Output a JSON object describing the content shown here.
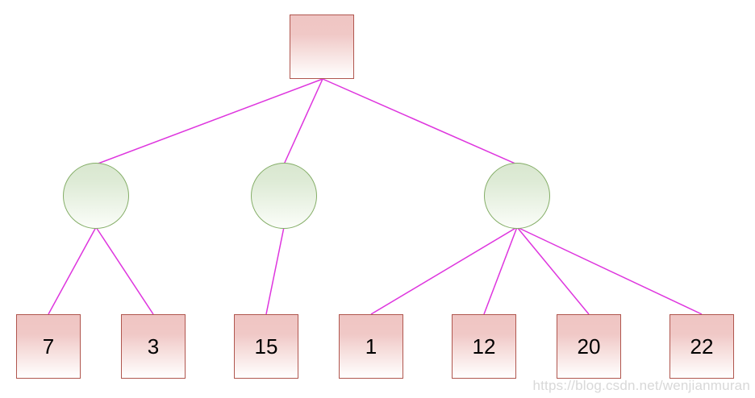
{
  "diagram": {
    "type": "tree",
    "description": "Three-level tree: one square root node, three circular internal nodes, seven square leaf nodes with numeric values",
    "root": {
      "shape": "square",
      "label": ""
    },
    "internal_nodes": [
      {
        "shape": "circle",
        "label": "",
        "children": [
          "7",
          "3"
        ]
      },
      {
        "shape": "circle",
        "label": "",
        "children": [
          "15"
        ]
      },
      {
        "shape": "circle",
        "label": "",
        "children": [
          "1",
          "12",
          "20",
          "22"
        ]
      }
    ],
    "leaves": [
      {
        "label": "7"
      },
      {
        "label": "3"
      },
      {
        "label": "15"
      },
      {
        "label": "1"
      },
      {
        "label": "12"
      },
      {
        "label": "20"
      },
      {
        "label": "22"
      }
    ],
    "leaf_values": [
      7,
      3,
      15,
      1,
      12,
      20,
      22
    ],
    "colors": {
      "square_border": "#b0564e",
      "square_fill_top": "#efc5c3",
      "square_fill_bottom": "#ffffff",
      "circle_border": "#85ae68",
      "circle_fill_top": "#d9e7d0",
      "circle_fill_bottom": "#fbfdf9",
      "edge": "#de35de",
      "text": "#000000",
      "background": "#ffffff"
    }
  },
  "watermark": {
    "text": "https://blog.csdn.net/wenjianmuran",
    "color": "#d8d8d8"
  }
}
